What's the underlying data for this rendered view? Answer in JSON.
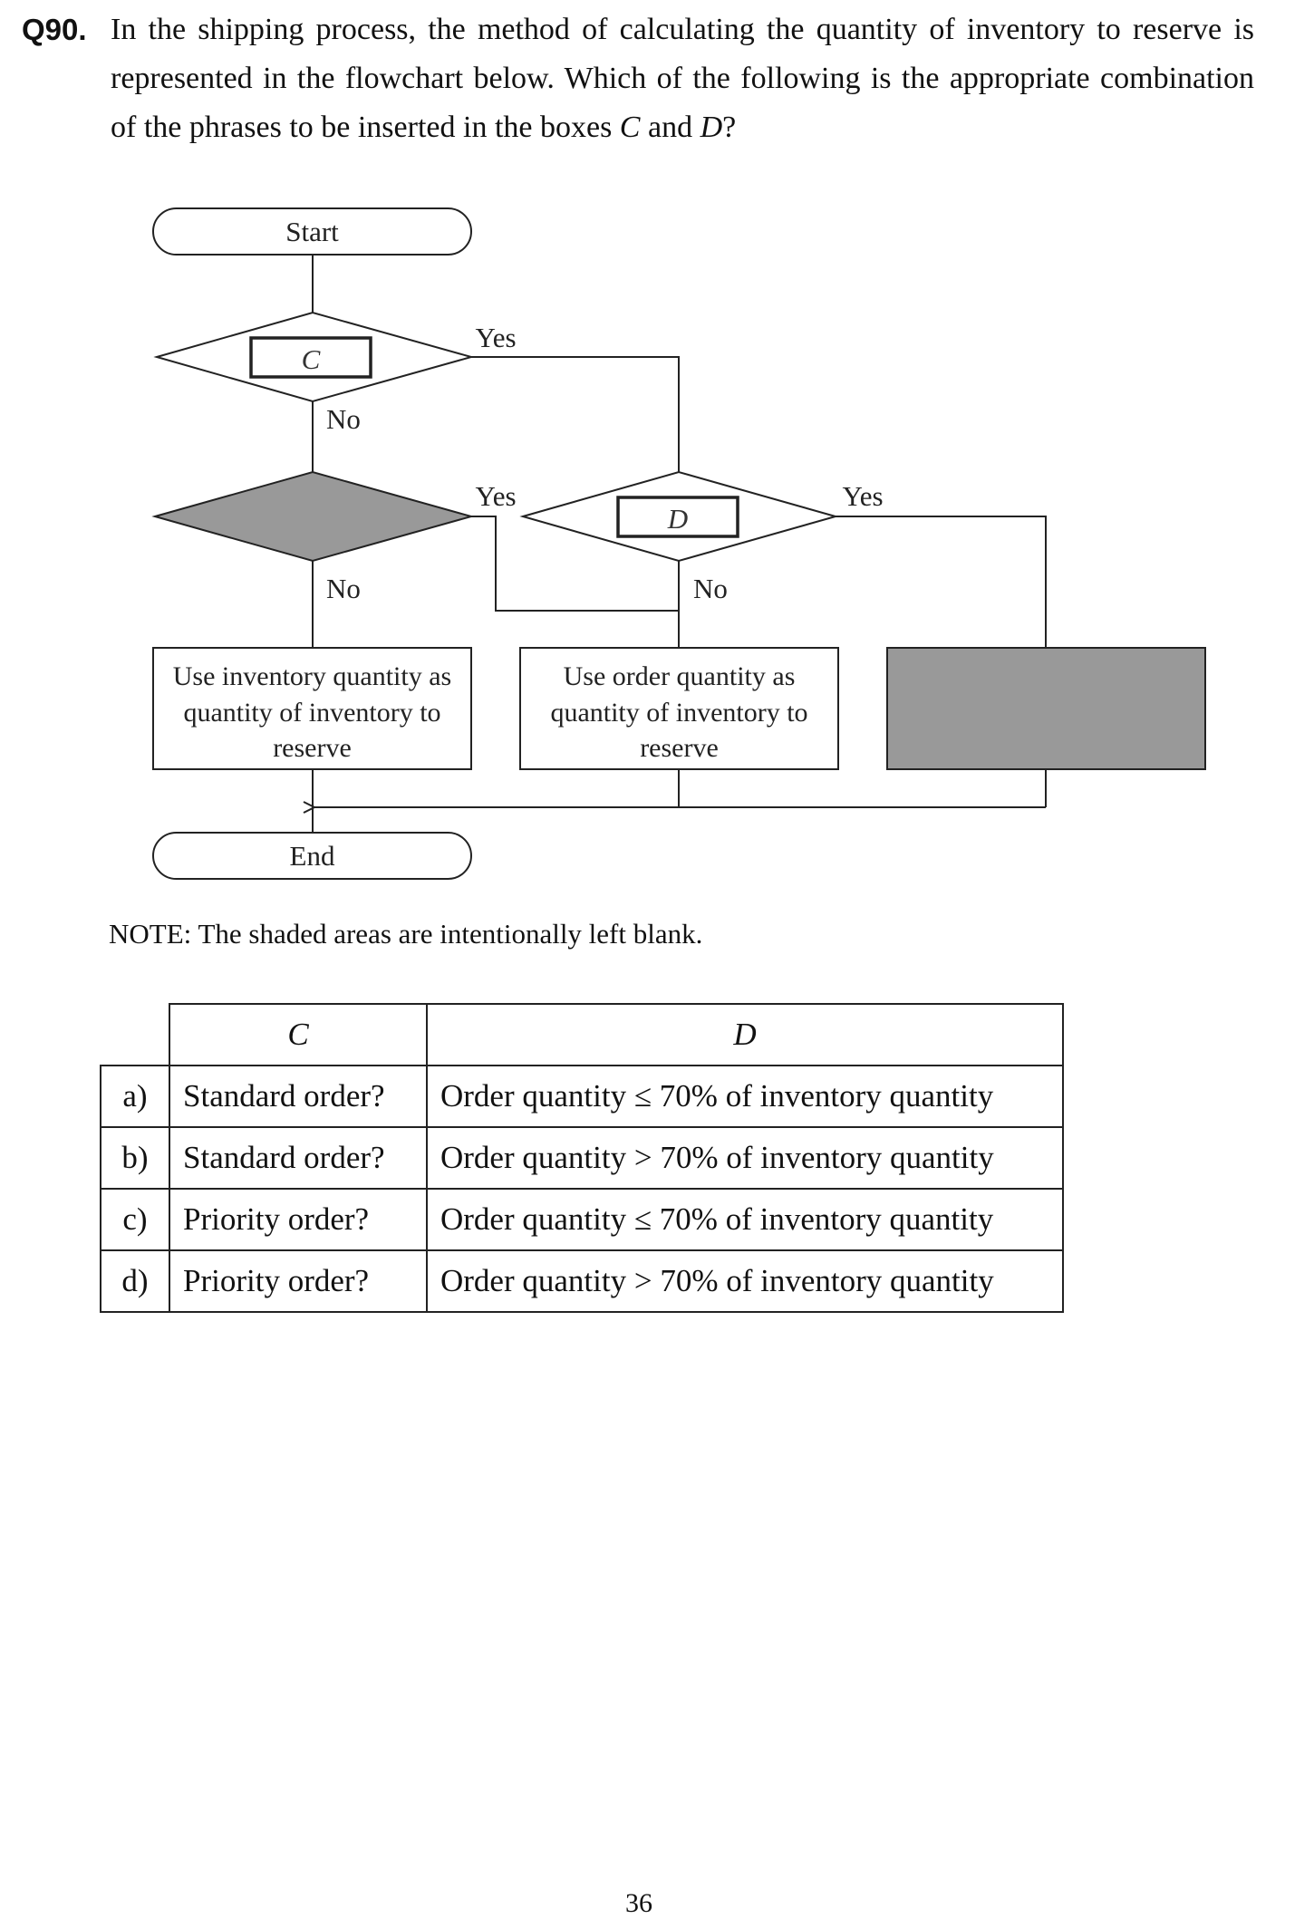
{
  "question": {
    "number": "Q90.",
    "text_1": "In the shipping process, the method of calculating the quantity of inventory to reserve is represented in the flowchart below.   Which of the following is the appropriate combination of the phrases to be inserted in the boxes ",
    "c_mark": "C",
    "and_word": " and ",
    "d_mark": "D",
    "text_end": "?"
  },
  "flowchart": {
    "start": "Start",
    "end": "End",
    "box_c": "C",
    "box_d": "D",
    "yes": "Yes",
    "no": "No",
    "process_inventory": [
      "Use inventory quantity as",
      "quantity of inventory to",
      "reserve"
    ],
    "process_order": [
      "Use order quantity as",
      "quantity of inventory to",
      "reserve"
    ],
    "shaded_color": "#999999"
  },
  "note": "NOTE: The shaded areas are intentionally left blank.",
  "answer_table": {
    "headers": {
      "c": "C",
      "d": "D"
    },
    "rows": [
      {
        "key": "a)",
        "c": "Standard order?",
        "d": "Order quantity ≤ 70% of inventory quantity"
      },
      {
        "key": "b)",
        "c": "Standard order?",
        "d": "Order quantity > 70% of inventory quantity"
      },
      {
        "key": "c)",
        "c": "Priority order?",
        "d": "Order quantity ≤ 70% of inventory quantity"
      },
      {
        "key": "d)",
        "c": "Priority order?",
        "d": "Order quantity > 70% of inventory quantity"
      }
    ]
  },
  "page_number": "36"
}
